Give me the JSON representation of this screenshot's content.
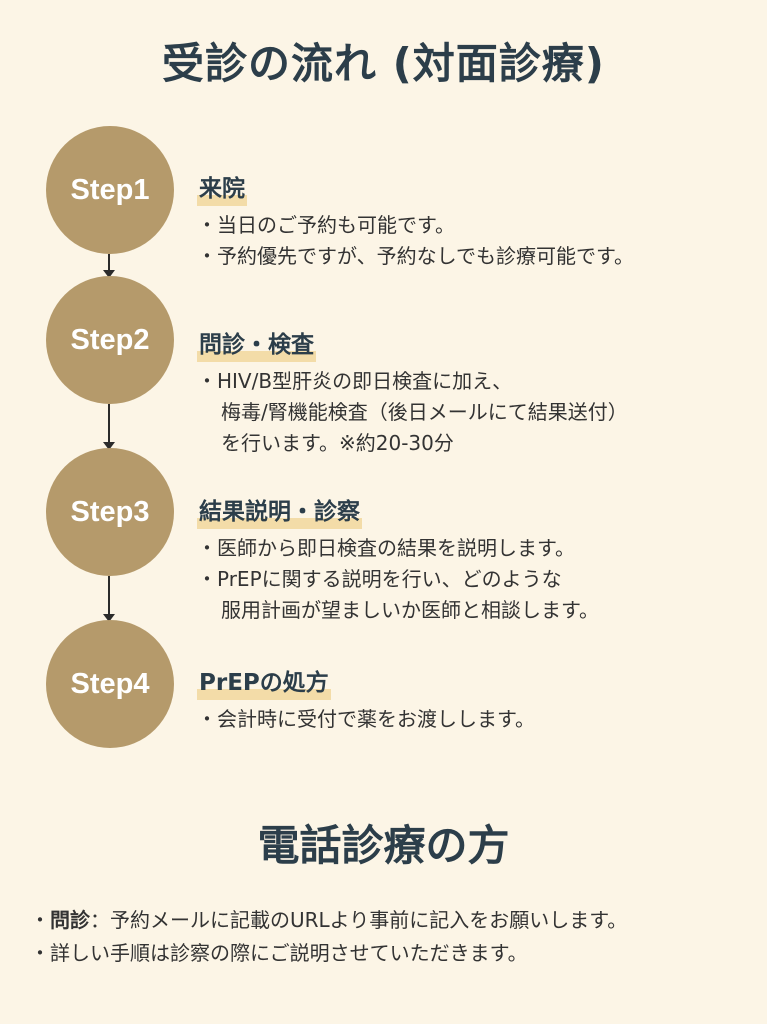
{
  "title": "受診の流れ (対面診療)",
  "steps": [
    {
      "label": "Step1",
      "heading": "来院",
      "lines": [
        "・当日のご予約も可能です。",
        "・予約優先ですが、予約なしでも診療可能です。"
      ]
    },
    {
      "label": "Step2",
      "heading": "問診・検査",
      "lines": [
        "・HIV/B型肝炎の即日検査に加え、",
        "梅毒/腎機能検査（後日メールにて結果送付）",
        "を行います。※約20-30分"
      ]
    },
    {
      "label": "Step3",
      "heading": "結果説明・診察",
      "lines": [
        "・医師から即日検査の結果を説明します。",
        "・PrEPに関する説明を行い、どのような",
        "服用計画が望ましいか医師と相談します。"
      ]
    },
    {
      "label": "Step4",
      "heading": "PrEPの処方",
      "lines": [
        "・会計時に受付で薬をお渡しします。"
      ]
    }
  ],
  "remote": {
    "title": "電話診療の方",
    "line1_prefix": "・",
    "line1_bold": "問診",
    "line1_text": "：予約メールに記載のURLより事前に記入をお願いします。",
    "line2": "・詳しい手順は診察の際にご説明させていただきます。"
  },
  "colors": {
    "background": "#fcf5e6",
    "circle": "#b59a6b",
    "heading": "#2c3e4a",
    "highlight": "#f3dca8"
  }
}
